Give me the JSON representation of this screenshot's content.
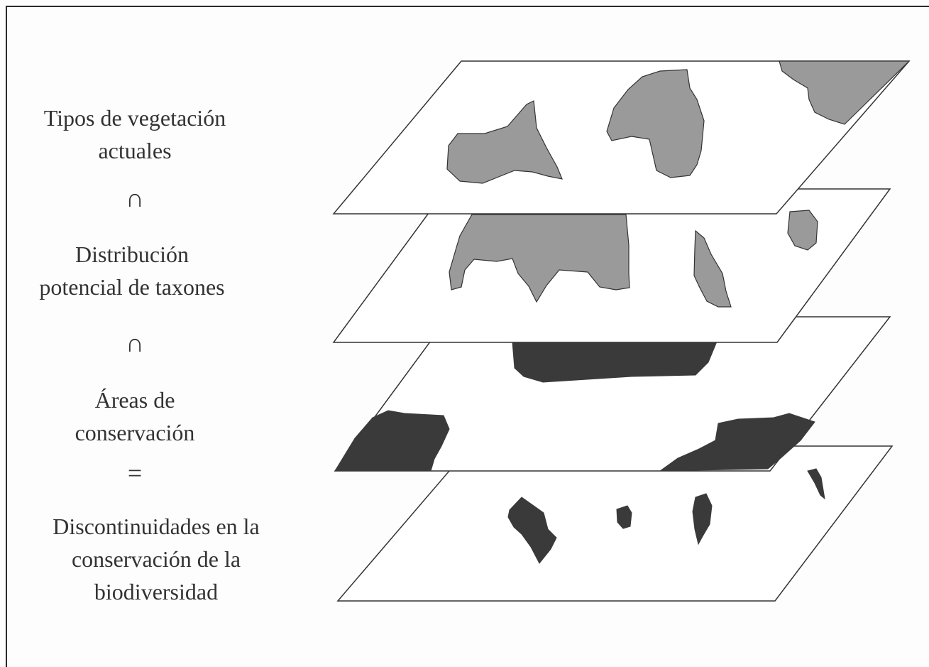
{
  "labels": {
    "vegetation": [
      "Tipos de vegetación",
      "actuales"
    ],
    "op_intersect_1": "∩",
    "distribution": [
      "Distribución",
      "potencial de taxones"
    ],
    "op_intersect_2": "∩",
    "conservation": [
      "Áreas de",
      "conservación"
    ],
    "op_equals": "=",
    "gaps": [
      "Discontinuidades en la",
      "conservación de la",
      "biodiversidad"
    ]
  },
  "colors": {
    "light_patch": "#9a9a9a",
    "dark_patch": "#3a3a3a",
    "plane_stroke": "#333333",
    "plane_fill": "#ffffff"
  }
}
